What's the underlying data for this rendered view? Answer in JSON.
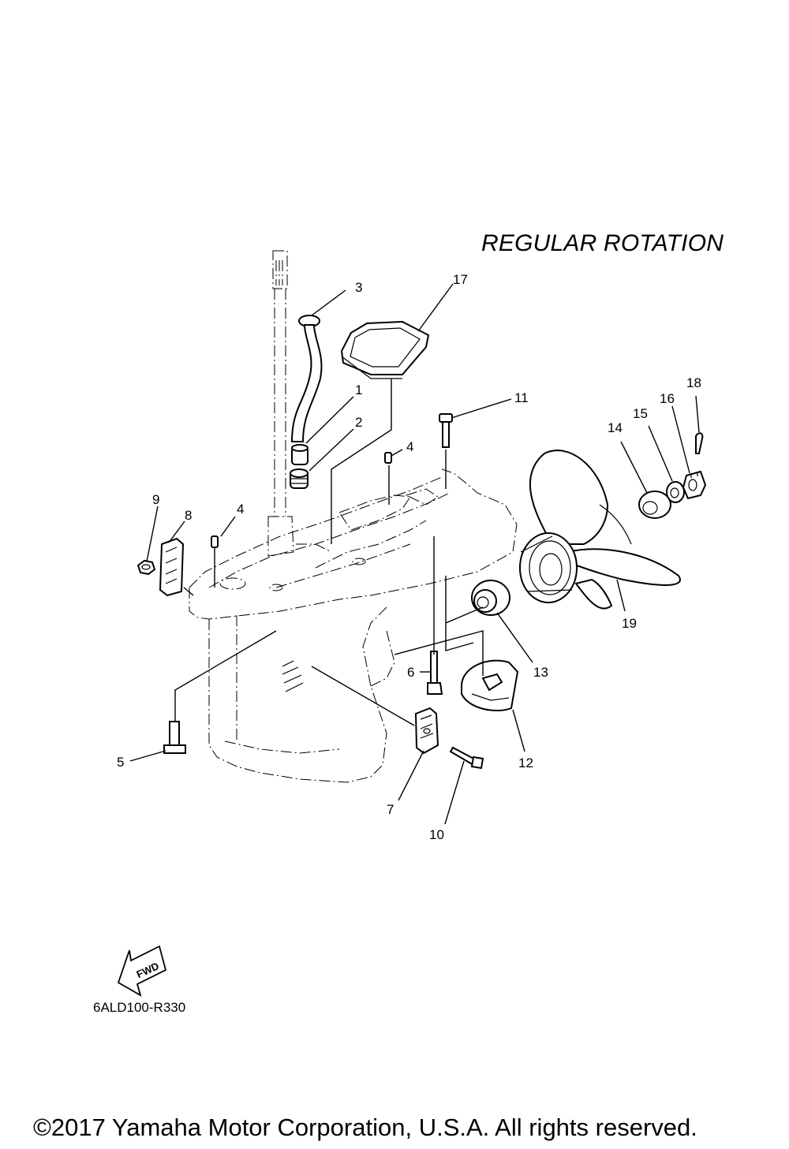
{
  "title": "REGULAR ROTATION",
  "diagram_code": "6ALD100-R330",
  "fwd_label": "FWD",
  "copyright": "©2017 Yamaha Motor Corporation, U.S.A. All rights reserved.",
  "callouts": [
    "1",
    "2",
    "3",
    "4",
    "4",
    "5",
    "6",
    "7",
    "8",
    "9",
    "10",
    "11",
    "12",
    "13",
    "14",
    "15",
    "16",
    "17",
    "18",
    "19"
  ]
}
